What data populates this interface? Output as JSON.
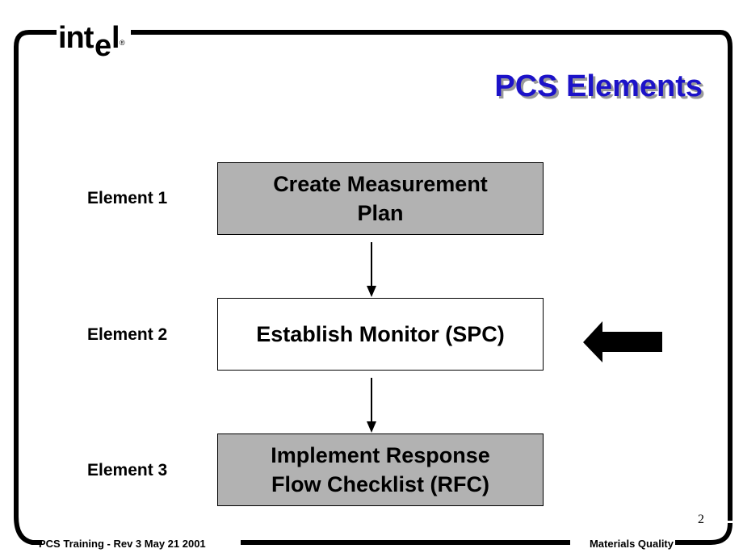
{
  "logo": {
    "text_int": "int",
    "text_e": "e",
    "text_l": "l",
    "registered": "®"
  },
  "title": "PCS Elements",
  "elements": [
    {
      "label": "Element 1",
      "box_text": "Create Measurement\nPlan",
      "style": "gray"
    },
    {
      "label": "Element 2",
      "box_text": "Establish Monitor (SPC)",
      "style": "white"
    },
    {
      "label": "Element 3",
      "box_text": "Implement Response\nFlow Checklist (RFC)",
      "style": "gray"
    }
  ],
  "footer": {
    "left": "PCS Training - Rev 3 May 21 2001",
    "right": "Materials Quality",
    "page_number": "2"
  }
}
